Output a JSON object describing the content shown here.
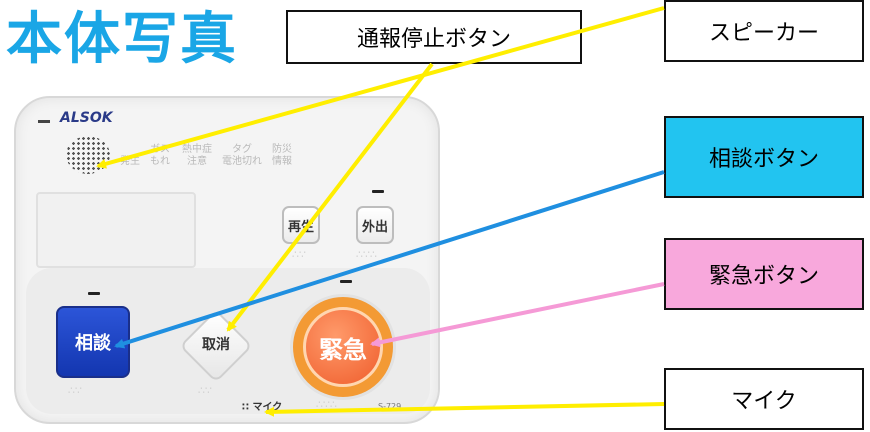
{
  "title": "本体写真",
  "callouts": {
    "stop": "通報停止ボタン",
    "speaker": "スピーカー",
    "consult": "相談ボタン",
    "emergency": "緊急ボタン",
    "mic": "マイク"
  },
  "device": {
    "brand": "ALSOK",
    "indicators": [
      {
        "top": "ガス",
        "bottom": "もれ"
      },
      {
        "top": "熱中症",
        "bottom": "注意"
      },
      {
        "top": "タグ",
        "bottom": "電池切れ"
      },
      {
        "top": "防災",
        "bottom": "情報"
      }
    ],
    "ind_first_bottom": "発生",
    "play_button": "再生",
    "out_button": "外出",
    "consult_button": "相談",
    "cancel_button": "取消",
    "emergency_button": "緊急",
    "mic_text": "マイク",
    "model": "S-729"
  },
  "colors": {
    "title": "#1aa6e6",
    "consult_box": "#22c4f0",
    "emergency_box": "#f8a8dc",
    "arrow_yellow": "#ffee00",
    "arrow_blue": "#1f8fe0",
    "arrow_pink": "#f59ad6"
  }
}
